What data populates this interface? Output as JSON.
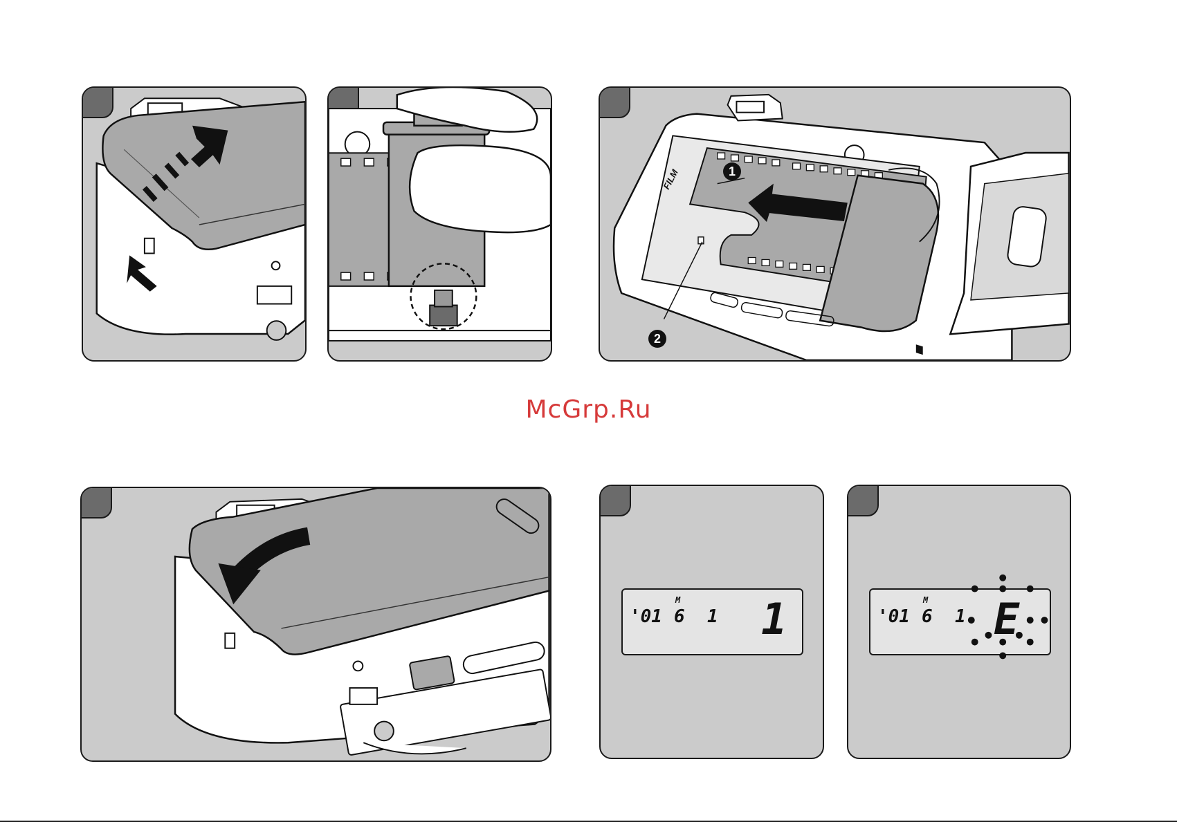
{
  "watermark": "McGrp.Ru",
  "panels": {
    "p3": {
      "callouts": [
        "1",
        "2"
      ],
      "film_label": "FILM"
    },
    "lcd1": {
      "date": "'01",
      "month_mark": "M",
      "month": "6",
      "day": "1",
      "frame": "1"
    },
    "lcd2": {
      "date": "'01",
      "month_mark": "M",
      "month": "6",
      "day": "1",
      "frame": "E"
    }
  },
  "colors": {
    "panel": "#cbcbcb",
    "tab": "#6b6b6b",
    "watermark": "#d63a3a"
  }
}
